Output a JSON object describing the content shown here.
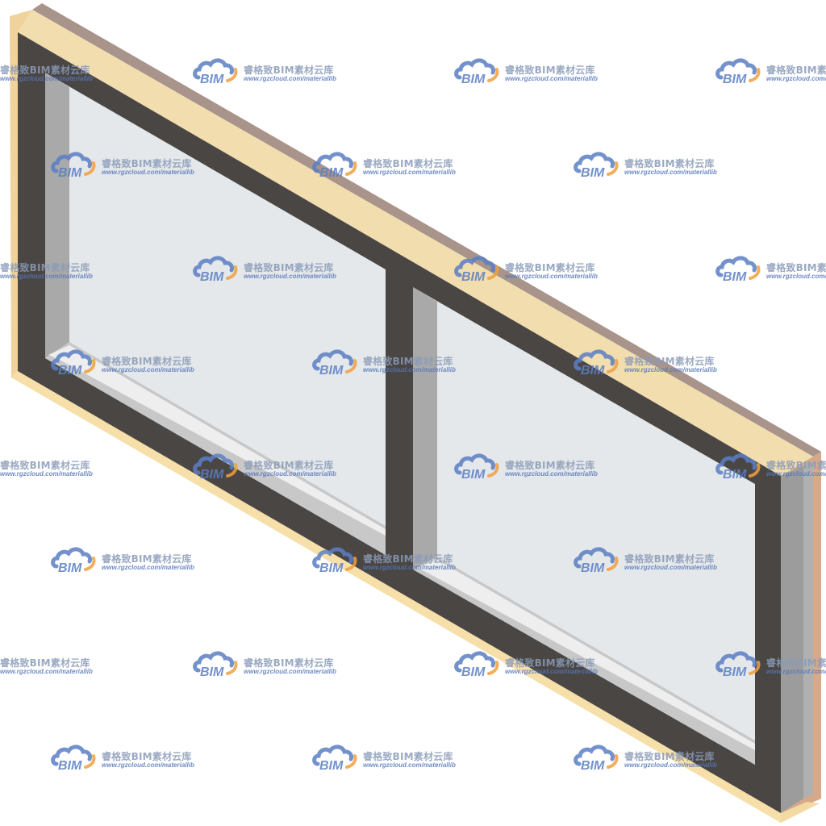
{
  "watermark": {
    "logo_text": "BIM",
    "brand_text": "睿格致BIM素材云库",
    "url_text": "www.rgzcloud.com/materiallib",
    "cloud_color": "#5b7fc4",
    "arc_color": "#f0a040"
  },
  "window": {
    "panes": 2,
    "frame_color": "#4a4644",
    "casing_color": "#f2ddae",
    "casing_edge_color": "#a8948a",
    "glass_color": "#e5e8ea",
    "reveal_color": "#a9a9a9"
  }
}
